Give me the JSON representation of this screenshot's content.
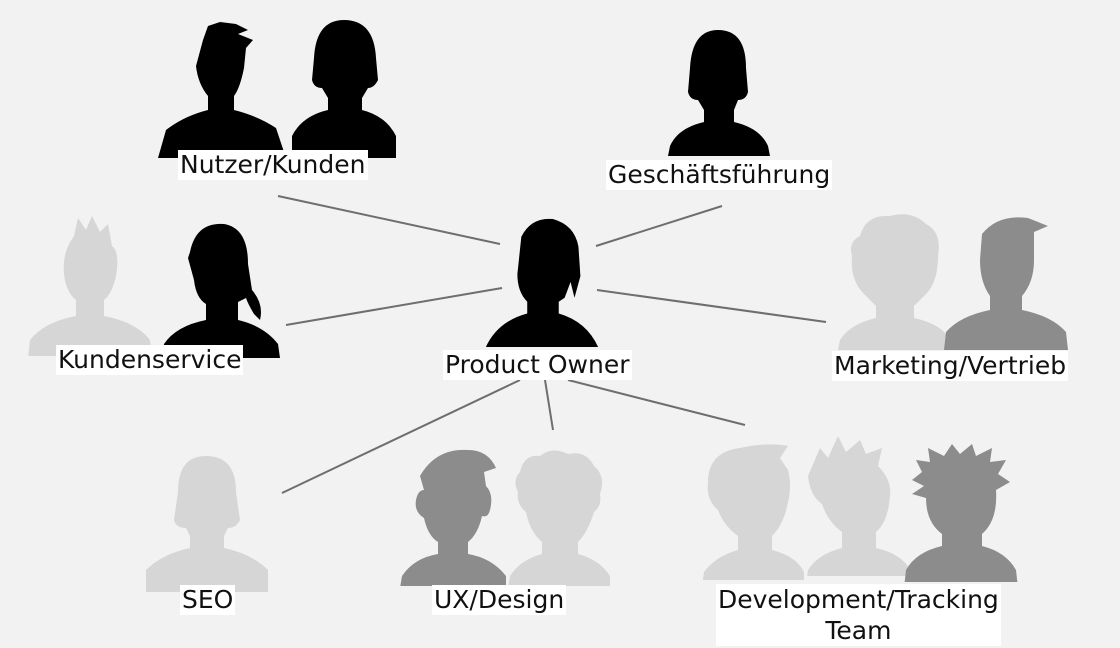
{
  "diagram": {
    "center": "Product Owner",
    "groups": [
      {
        "id": "nutzer",
        "label": "Nutzer/Kunden"
      },
      {
        "id": "geschaeft",
        "label": "Geschäftsführung"
      },
      {
        "id": "kundenservice",
        "label": "Kundenservice"
      },
      {
        "id": "marketing",
        "label": "Marketing/Vertrieb"
      },
      {
        "id": "seo",
        "label": "SEO"
      },
      {
        "id": "ux",
        "label": "UX/Design"
      },
      {
        "id": "dev",
        "label_line1": "Development/Tracking",
        "label_line2": "Team"
      }
    ]
  },
  "colors": {
    "background": "#f2f2f2",
    "black": "#000000",
    "dark_grey": "#8c8c8c",
    "light_grey": "#d6d6d6",
    "line": "#6e6e6e"
  }
}
